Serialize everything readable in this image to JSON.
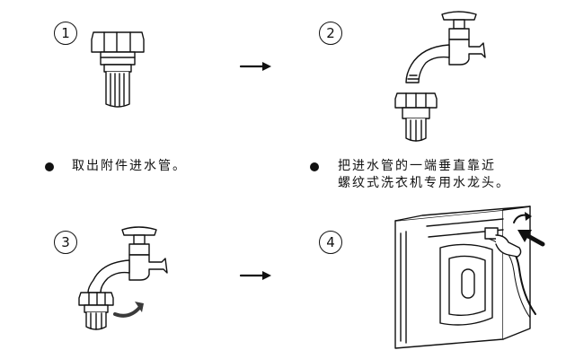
{
  "steps": [
    {
      "number": "1",
      "caption_lines": [
        "取出附件进水管。"
      ]
    },
    {
      "number": "2",
      "caption_lines": [
        "把进水管的一端垂直靠近",
        "螺纹式洗衣机专用水龙头。"
      ]
    },
    {
      "number": "3"
    },
    {
      "number": "4"
    }
  ],
  "colors": {
    "line": "#111111",
    "fill": "#ffffff",
    "shade": "#cfcfcf",
    "accent_arrow": "#3a3a3a"
  },
  "icons": [
    "arrow-right-icon",
    "rotation-arrow-icon",
    "push-arrow-icon"
  ]
}
